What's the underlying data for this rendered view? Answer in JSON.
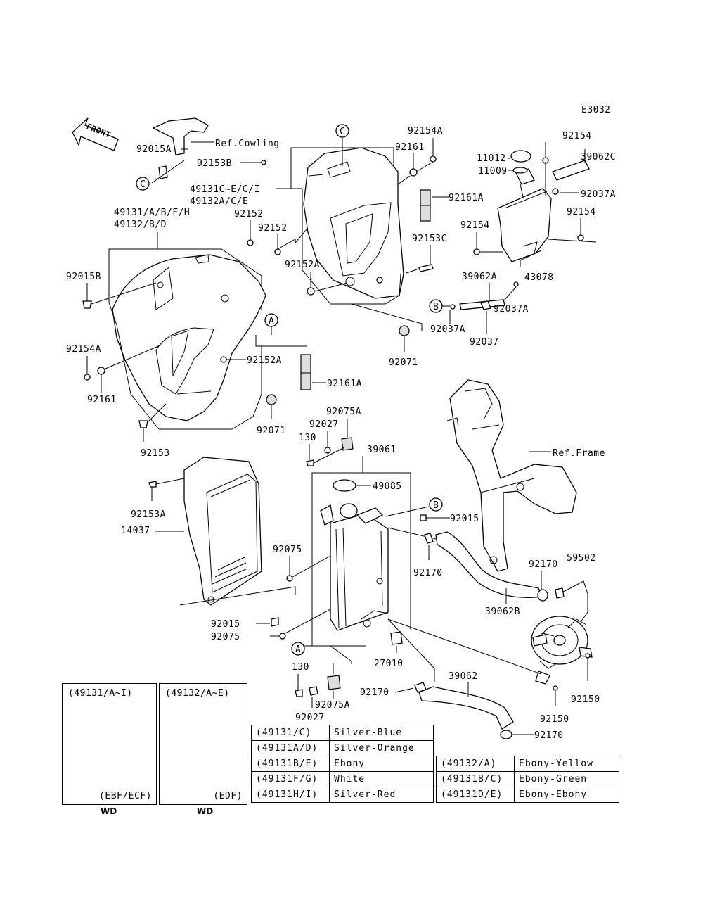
{
  "diagram_code": "E3032",
  "front_arrow": "FRONT",
  "refs": {
    "cowling": "Ref.Cowling",
    "frame": "Ref.Frame"
  },
  "callouts": {
    "a": "A",
    "b": "B",
    "c": "C"
  },
  "labels": {
    "p92015A": "92015A",
    "p92153B": "92153B",
    "p49131CEGI": "49131C~E/G/I",
    "p49132ACE": "49132A/C/E",
    "p49131ABFH": "49131/A/B/F/H",
    "p49132BD": "49132/B/D",
    "p92152a": "92152",
    "p92152b": "92152",
    "p92152A_top": "92152A",
    "p92015B": "92015B",
    "p92154A_top": "92154A",
    "p92161_top": "92161",
    "p92161A_top": "92161A",
    "p92153C": "92153C",
    "p11012": "11012",
    "p11009": "11009",
    "p92154_top": "92154",
    "p39062C": "39062C",
    "p92037A_top": "92037A",
    "p92154_mid": "92154",
    "p92154_left": "92154",
    "p43078": "43078",
    "p39062A": "39062A",
    "p92037A_mid": "92037A",
    "p92037A_low": "92037A",
    "p92037": "92037",
    "p92071_right": "92071",
    "p92154A_left": "92154A",
    "p92152A_mid": "92152A",
    "p92161_left": "92161",
    "p92161A_mid": "92161A",
    "p92075A_top": "92075A",
    "p92027_top": "92027",
    "p130_top": "130",
    "p92071_left": "92071",
    "p92153": "92153",
    "p39061": "39061",
    "p49085": "49085",
    "p92015_right": "92015",
    "p92153A": "92153A",
    "p14037": "14037",
    "p92075_mid": "92075",
    "p92170_a": "92170",
    "p92170_b": "92170",
    "p59502": "59502",
    "p39062B": "39062B",
    "p92015_low": "92015",
    "p92075_low": "92075",
    "p27010": "27010",
    "p130_low": "130",
    "p92170_c": "92170",
    "p39062": "39062",
    "p92075A_low": "92075A",
    "p92027_low": "92027",
    "p92150_a": "92150",
    "p92150_b": "92150",
    "p92170_d": "92170"
  },
  "inset1": {
    "title": "(49131/A~I)",
    "code": "(EBF/ECF)",
    "mark": "WD"
  },
  "inset2": {
    "title": "(49132/A~E)",
    "code": "(EDF)",
    "mark": "WD"
  },
  "color_table_1": [
    {
      "part": "(49131/C)",
      "color": "Silver-Blue"
    },
    {
      "part": "(49131A/D)",
      "color": "Silver-Orange"
    },
    {
      "part": "(49131B/E)",
      "color": "Ebony"
    },
    {
      "part": "(49131F/G)",
      "color": "White"
    },
    {
      "part": "(49131H/I)",
      "color": "Silver-Red"
    }
  ],
  "color_table_2": [
    {
      "part": "(49132/A)",
      "color": "Ebony-Yellow"
    },
    {
      "part": "(49131B/C)",
      "color": "Ebony-Green"
    },
    {
      "part": "(49131D/E)",
      "color": "Ebony-Ebony"
    }
  ]
}
